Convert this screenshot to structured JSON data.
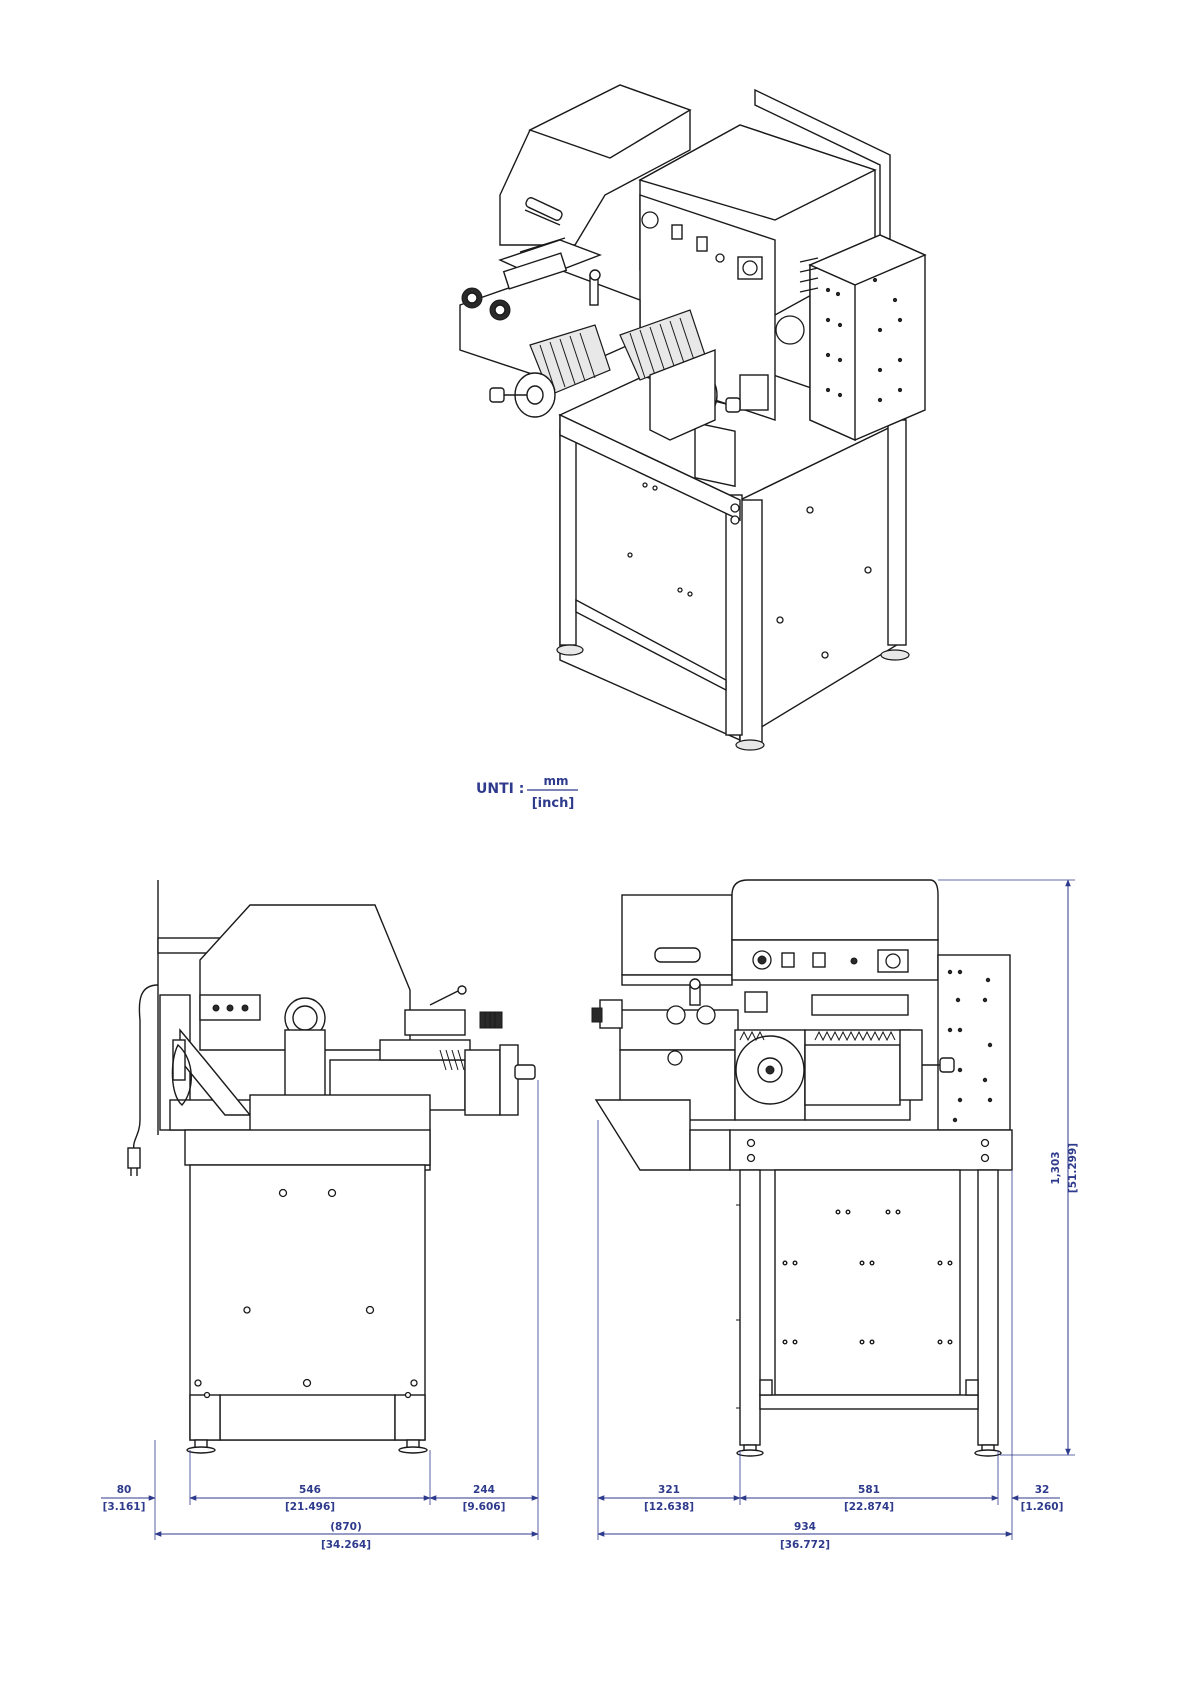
{
  "units": {
    "label": "UNTI :",
    "primary": "mm",
    "secondary": "[inch]"
  },
  "side_view": {
    "dimensions": [
      {
        "mm": "80",
        "inch": "[3.161]"
      },
      {
        "mm": "546",
        "inch": "[21.496]"
      },
      {
        "mm": "244",
        "inch": "[9.606]"
      },
      {
        "mm": "(870)",
        "inch": "[34.264]"
      }
    ]
  },
  "front_view": {
    "dimensions": [
      {
        "mm": "321",
        "inch": "[12.638]"
      },
      {
        "mm": "581",
        "inch": "[22.874]"
      },
      {
        "mm": "32",
        "inch": "[1.260]"
      },
      {
        "mm": "934",
        "inch": "[36.772]"
      },
      {
        "mm": "1,303",
        "inch": "[51.299]"
      }
    ]
  },
  "colors": {
    "dimension": "#2e3a8c",
    "line": "#1a1a1a"
  }
}
